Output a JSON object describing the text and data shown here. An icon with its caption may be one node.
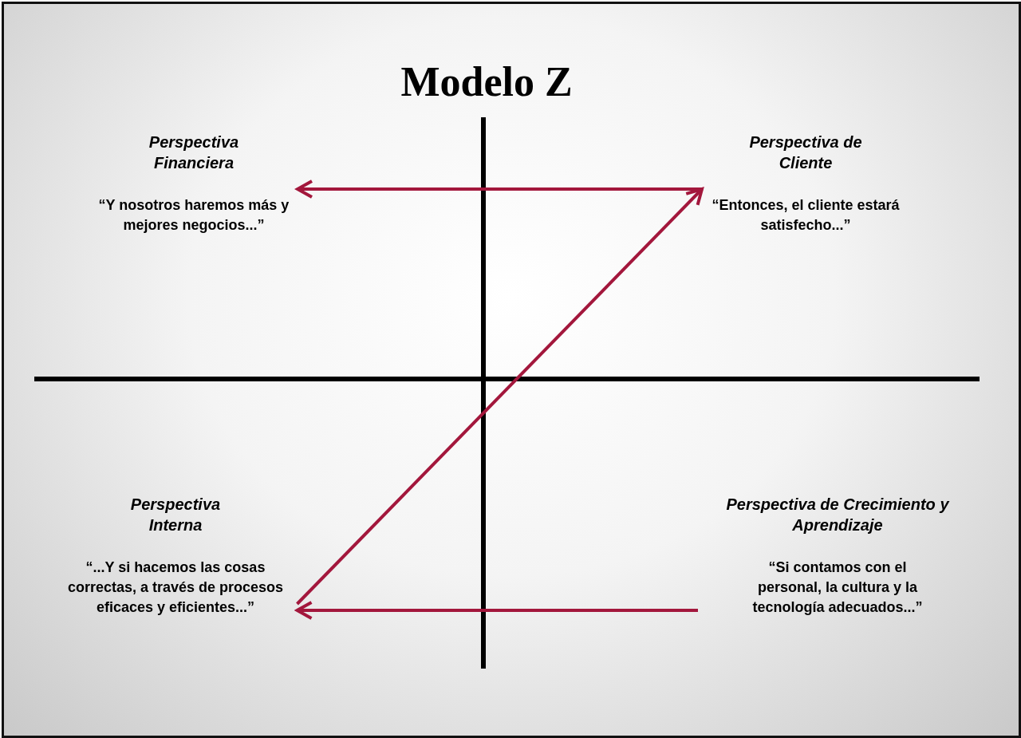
{
  "diagram": {
    "title": "Modelo Z",
    "nodes": [
      {
        "text": [
          "Perspectiva Financiera",
          "“Y nosotros haremos más y mejores negocios...”"
        ]
      },
      {
        "text": [
          "Perspectiva de Cliente",
          "“Entonces, el cliente estará satisfecho...”"
        ]
      },
      {
        "text": [
          "Perspectiva Interna",
          "“...Y si hacemos las cosas correctas, a través de procesos eficaces y eficientes...”"
        ]
      },
      {
        "text": [
          "Perspectiva de Crecimiento y Aprendizaje",
          "“Si contamos con el personal, la cultura y la tecnología adecuados...”"
        ]
      }
    ],
    "edges": [
      {
        "from": 3,
        "to": 2,
        "arrow": "to"
      },
      {
        "from": 2,
        "to": 1,
        "arrow": "to"
      },
      {
        "from": 1,
        "to": 0,
        "arrow": "to"
      }
    ]
  }
}
